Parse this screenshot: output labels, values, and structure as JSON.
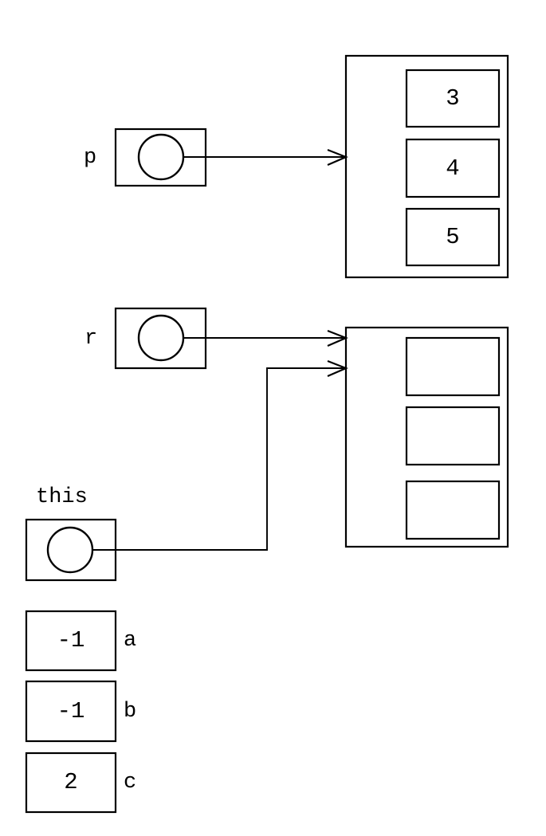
{
  "diagram": {
    "title": "linked-structure-pointer-diagram",
    "stroke_color": "#000000",
    "background_color": "#ffffff",
    "pointers": [
      {
        "name": "p",
        "label": "p",
        "target": "node-1"
      },
      {
        "name": "r",
        "label": "r",
        "target": "node-2"
      },
      {
        "name": "this",
        "label": "this",
        "target": "node-2"
      }
    ],
    "nodes": [
      {
        "name": "node-1",
        "cells": [
          {
            "label": "3"
          },
          {
            "label": "4"
          },
          {
            "label": "5"
          }
        ]
      },
      {
        "name": "node-2",
        "cells": [
          {
            "label": ""
          },
          {
            "label": ""
          },
          {
            "label": ""
          }
        ]
      }
    ],
    "variables": [
      {
        "name": "a",
        "label": "a",
        "value": "-1"
      },
      {
        "name": "b",
        "label": "b",
        "value": "-1"
      },
      {
        "name": "c",
        "label": "c",
        "value": "2"
      }
    ]
  }
}
